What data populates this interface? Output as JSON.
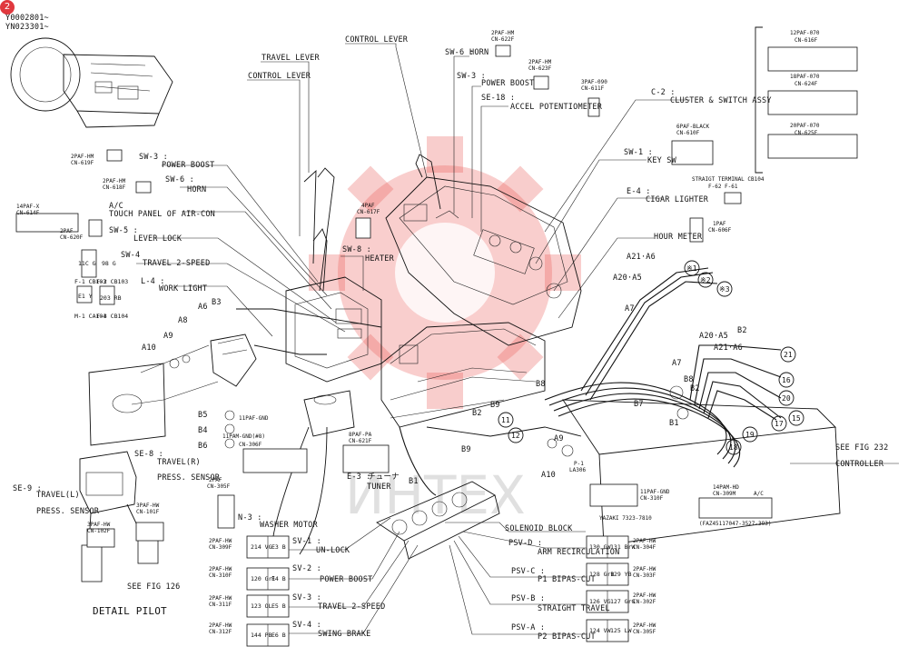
{
  "badge": "2",
  "serials": [
    "Y0002801~",
    "YN023301~"
  ],
  "watermark": "ИНТЕХ",
  "labels": {
    "control_lever_top": "CONTROL LEVER",
    "travel_lever": "TRAVEL LEVER",
    "control_lever": "CONTROL LEVER",
    "sw6_horn_top": "SW-6 :",
    "horn_top": "HORN",
    "sw3_boost_top": "SW-3 :",
    "power_boost_top": "POWER BOOST",
    "se18": "SE-18 :",
    "accel": "ACCEL POTENTIOMETER",
    "c2": "C-2 :",
    "cluster": "CLUSTER & SWITCH ASSY",
    "sw1": "SW-1 :",
    "keysw": "KEY SW",
    "e4": "E-4 :",
    "cigar": "CIGAR LIGHTER",
    "hour": "HOUR METER",
    "sw3": "SW-3 :",
    "power_boost": "POWER BOOST",
    "sw6": "SW-6 :",
    "horn": "HORN",
    "ac": "A/C",
    "touch": "TOUCH PANEL OF AIR-CON",
    "sw5": "SW-5 :",
    "lever_lock": "LEVER LOCK",
    "sw4": "SW-4",
    "travel2": "TRAVEL 2-SPEED",
    "l4": "L-4 :",
    "work_light": "WORK LIGHT",
    "sw8": "SW-8 :",
    "heater": "HEATER",
    "se8": "SE-8 :",
    "travel_r": "TRAVEL(R)",
    "press_sensor_r": "PRESS. SENSOR",
    "se9": "SE-9 :",
    "travel_l": "TRAVEL(L)",
    "press_sensor_l": "PRESS. SENSOR",
    "detail_pilot": "DETAIL PILOT",
    "see126": "SEE FIG 126",
    "see232": "SEE FIG 232",
    "controller": "CONTROLLER",
    "solenoid": "SOLENOID BLOCK",
    "psvd": "PSV-D :",
    "arm": "ARM RECIRCULATION",
    "psvc": "PSV-C :",
    "p1": "P1 BIPAS-CUT",
    "psvb": "PSV-B :",
    "straight": "STRAIGHT TRAVEL",
    "psva": "PSV-A :",
    "p2": "P2 BIPAS-CUT",
    "sv1": "SV-1 :",
    "unlock": "UN-LOCK",
    "sv2": "SV-2 :",
    "pboost2": "POWER BOOST",
    "sv3": "SV-3 :",
    "travel2b": "TRAVEL 2-SPEED",
    "sv4": "SV-4 :",
    "swing": "SWING BRAKE",
    "n3": "N-3 :",
    "washer": "WASHER MOTOR",
    "e3": "E-3 :",
    "e3j": "チューナ",
    "tuner": "TUNER"
  },
  "connectors": {
    "cn622f": [
      "2PAF-HM",
      "CN-622F"
    ],
    "cn623f": [
      "2PAF-HM",
      "CN-623F"
    ],
    "cn611f": [
      "3PAF-090",
      "CN-611F"
    ],
    "cn610f": [
      "6PAF-BLACK",
      "CN-610F"
    ],
    "cb104": [
      "STRAIGT TERMINAL CB104",
      "F-62  F-61"
    ],
    "cn606f": [
      "1PAF",
      "CN-606F"
    ],
    "cn616f": [
      "12PAF-070",
      "CN-616F"
    ],
    "cn624f": [
      "18PAF-070",
      "CN-624F"
    ],
    "cn625f": [
      "20PAF-070",
      "CN-625F"
    ],
    "cn619f": [
      "2PAF-HM",
      "CN-619F"
    ],
    "cn618f": [
      "2PAF-HM",
      "CN-618F"
    ],
    "cn614f": [
      "14PAF-X",
      "CN-614F"
    ],
    "cn620f": [
      "2PAF",
      "CN-620F"
    ],
    "cn617f": [
      "4PAF",
      "CN-617F"
    ],
    "cn621f": [
      "8PAF-PA",
      "CN-621F"
    ],
    "gnd306": [
      "11PAF-GND",
      "11PAM-GND(#8)",
      "CN-306F"
    ],
    "cn305f": [
      "2PAF",
      "CN-305F"
    ],
    "cn101f": [
      "3PAF-HW",
      "CN-101F"
    ],
    "cn102f": [
      "3PAF-HW",
      "CN-102F"
    ],
    "gnd310": [
      "11PAF-GND",
      "CN-310F"
    ],
    "cn309m": [
      "14PAM-HD",
      "CN-309M",
      "A/C"
    ],
    "cn309m_note": "(FAZ45117047-3527-393)",
    "yazaki": "YAZAKI 7323-7810",
    "la306": [
      "P-1",
      "LA306"
    ],
    "cn304f": [
      "2PAF-HW",
      "CN-304F"
    ],
    "cn303f": [
      "2PAF-HW",
      "CN-303F"
    ],
    "cn302f": [
      "2PAF-HW",
      "CN-302F"
    ],
    "cn305f_psv": [
      "2PAF-HW",
      "CN-305F"
    ],
    "cn309f": [
      "2PAF-HW",
      "CN-309F"
    ],
    "cn310f": [
      "2PAF-HW",
      "CN-310F"
    ],
    "cn311f": [
      "2PAF-HW",
      "CN-311F"
    ],
    "cn312f": [
      "2PAF-HW",
      "CN-312F"
    ]
  },
  "pins": {
    "sv1": [
      "214 VG",
      "E3 B"
    ],
    "sv2": [
      "120 Grl",
      "E4 B"
    ],
    "sv3": [
      "123 OL",
      "E5 B"
    ],
    "sv4": [
      "144 PB",
      "E6 B"
    ],
    "psvd": [
      "130 GW",
      "131 BrW"
    ],
    "psvc": [
      "128 GrB",
      "129 YB"
    ],
    "psvb": [
      "126 VG",
      "127 GrG"
    ],
    "psva": [
      "124 VW",
      "125 LW"
    ],
    "switch_small": [
      "11C G",
      "98 G",
      "F-1 CB103",
      "F-2 CB103",
      "E1 Y",
      "203 RB",
      "M-1 CA104",
      "F-3 CB104"
    ]
  },
  "harness_refs": [
    "A6",
    "A8",
    "A9",
    "A10",
    "B3",
    "B4",
    "B5",
    "B6",
    "B1",
    "B2",
    "B9",
    "B8",
    "B7",
    "A7",
    "A20·A5",
    "A21·A6",
    "A9",
    "A10",
    "B1",
    "B2",
    "B8",
    "A7",
    "A20·A5",
    "A21·A6",
    "B2"
  ],
  "circled": [
    "※1",
    "※2",
    "※3",
    "11",
    "12",
    "21",
    "16",
    "20",
    "17",
    "15",
    "19",
    "18"
  ]
}
